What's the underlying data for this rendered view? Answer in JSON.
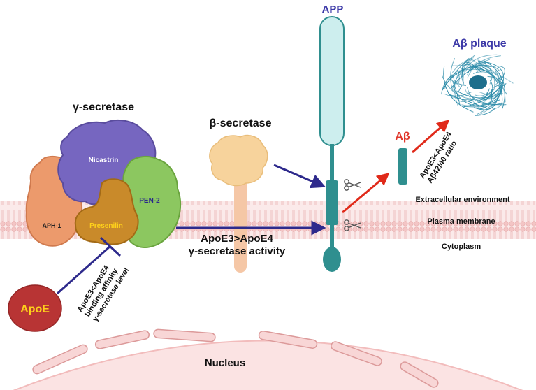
{
  "labels": {
    "app": "APP",
    "abeta_plaque": "Aβ plaque",
    "gamma_secretase": "γ-secretase",
    "beta_secretase": "β-secretase",
    "nicastrin": "Nicastrin",
    "aph1": "APH-1",
    "pen2": "PEN-2",
    "presenilin": "Presenilin",
    "abeta": "Aβ",
    "apoe": "ApoE",
    "nucleus": "Nucleus",
    "extracellular": "Extracellular environment",
    "plasma_membrane": "Plasma membrane",
    "cytoplasm": "Cytoplasm"
  },
  "annotations": {
    "ratio_line1": "ApoE3<ApoE4",
    "ratio_line2": "Aβ42/40 ratio",
    "activity_line1": "ApoE3>ApoE4",
    "activity_line2": "γ-secretase activity",
    "binding_line1": "ApoE3<ApoE4",
    "binding_line2": "binding affinity",
    "binding_line3": "γ-secretase level"
  },
  "icons": [
    "scissors-icon",
    "scissors-icon"
  ],
  "colors": {
    "navy_arrow": "#2e2a8c",
    "red_arrow": "#e02a1a",
    "app_body": "#cdeeee",
    "app_teal": "#2f8f8f",
    "apoe": "#b83434",
    "apoe_text": "#ffd21a",
    "nicastrin": "#7666c0",
    "aph1": "#ec9a6c",
    "pen2": "#8cc760",
    "presenilin": "#c98a2a",
    "beta_secretase": "#f7d39c",
    "membrane": "#f6d3d3",
    "nucleus": "#fbe3e3",
    "plaque": "#2a8aa8",
    "title_blue": "#3d3aa8",
    "abeta_red": "#e0362a"
  }
}
